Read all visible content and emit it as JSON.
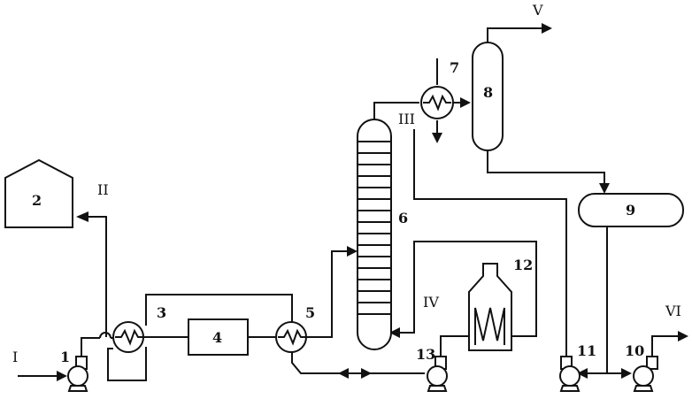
{
  "equipment_labels": {
    "pump_1": "1",
    "vessel_2": "2",
    "heat_exchanger_3": "3",
    "unit_4": "4",
    "heat_exchanger_5": "5",
    "column_6": "6",
    "cooler_7": "7",
    "separator_8": "8",
    "vessel_9": "9",
    "pump_10": "10",
    "pump_11": "11",
    "furnace_12": "12",
    "pump_13": "13"
  },
  "stream_labels": {
    "s1": "I",
    "s2": "II",
    "s3": "III",
    "s4": "IV",
    "s5": "V",
    "s6": "VI"
  },
  "colors": {
    "line": "#111111",
    "background": "#ffffff"
  }
}
